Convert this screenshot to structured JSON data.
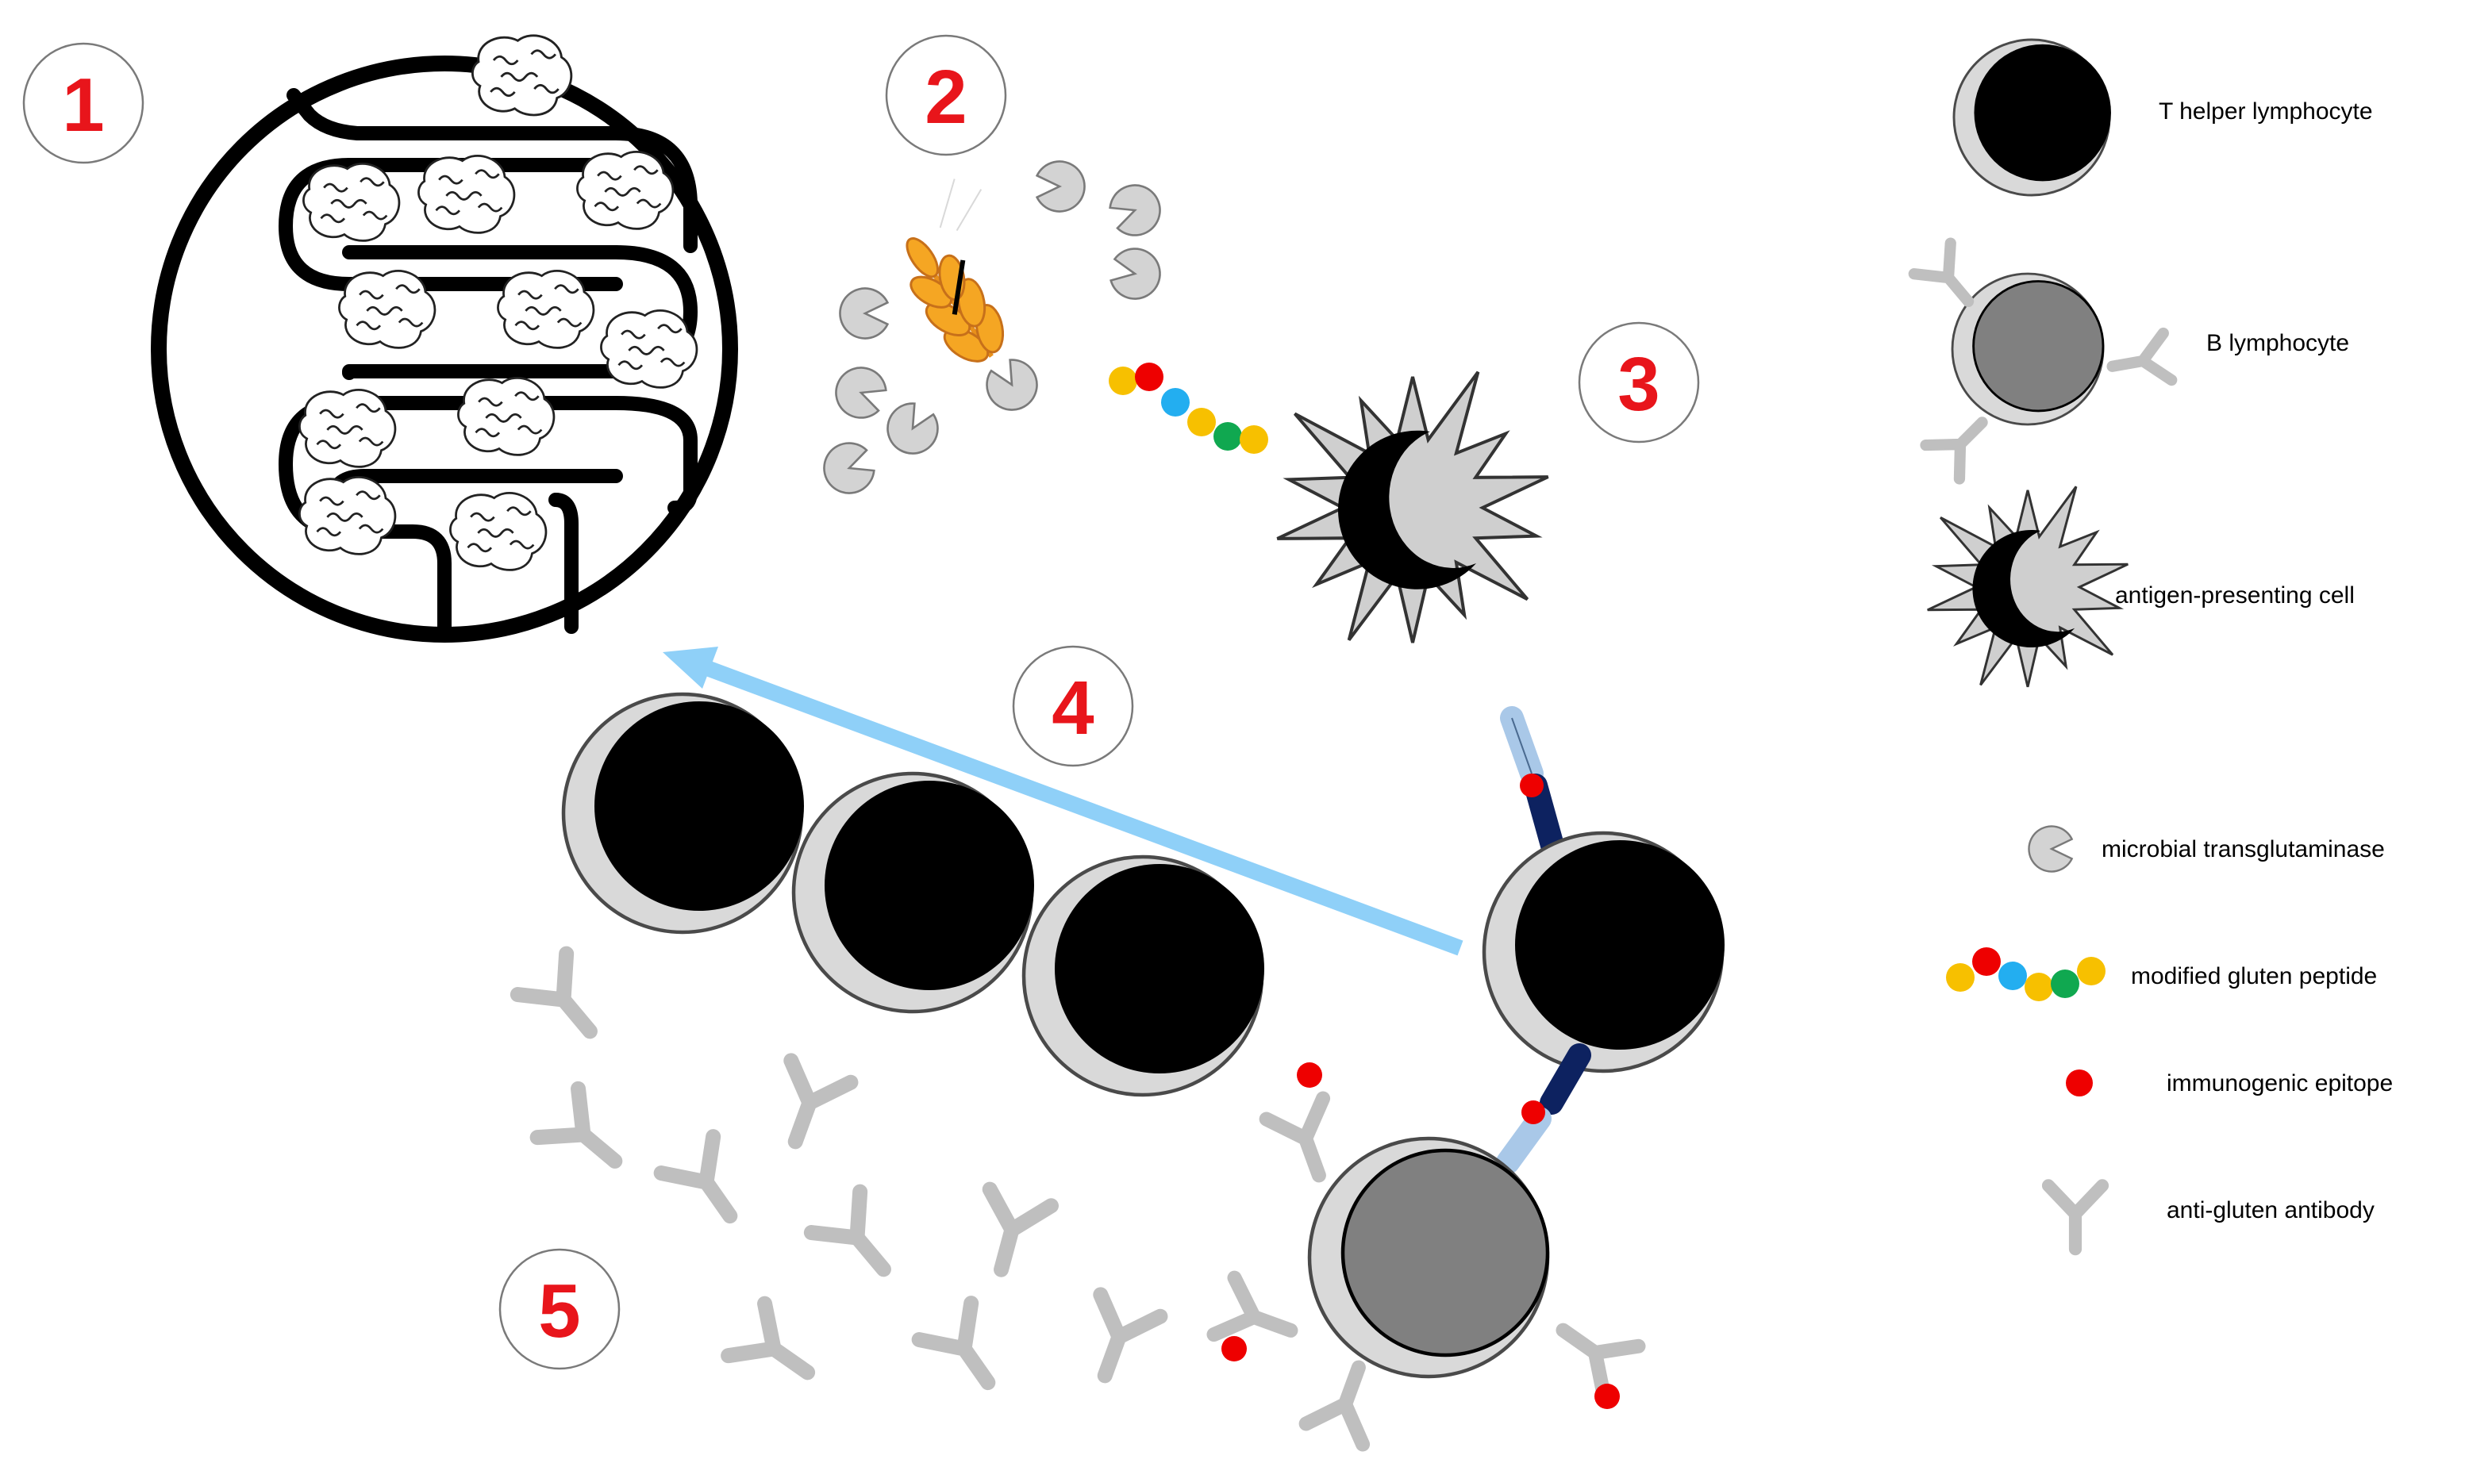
{
  "colors": {
    "black": "#000000",
    "cell_rim": "#d9d9d9",
    "cell_outline": "#4a4a4a",
    "b_core": "#808080",
    "antibody": "#bfbfbf",
    "enzyme": "#d3d3d3",
    "epitope": "#ee0000",
    "arrow": "#8fd0f8",
    "receptor_dark": "#0d2260",
    "receptor_light": "#a9c8e8",
    "number": "#e8151b",
    "wheat": "#f5a623"
  },
  "steps": [
    {
      "label": "1"
    },
    {
      "label": "2"
    },
    {
      "label": "3"
    },
    {
      "label": "4"
    },
    {
      "label": "5"
    }
  ],
  "peptide_colors": [
    "#f7c000",
    "#ee0000",
    "#23aef0",
    "#f7c000",
    "#10a850",
    "#f7c000"
  ],
  "legend": [
    {
      "icon": "t-helper-lymphocyte-icon",
      "label": "T helper lymphocyte"
    },
    {
      "icon": "b-lymphocyte-icon",
      "label": "B lymphocyte"
    },
    {
      "icon": "antigen-presenting-cell-icon",
      "label": "antigen-presenting cell"
    },
    {
      "icon": "microbial-transglutaminase-icon",
      "label": "microbial transglutaminase"
    },
    {
      "icon": "modified-gluten-peptide-icon",
      "label": "modified gluten peptide"
    },
    {
      "icon": "immunogenic-epitope-icon",
      "label": "immunogenic epitope"
    },
    {
      "icon": "anti-gluten-antibody-icon",
      "label": "anti-gluten antibody"
    }
  ]
}
